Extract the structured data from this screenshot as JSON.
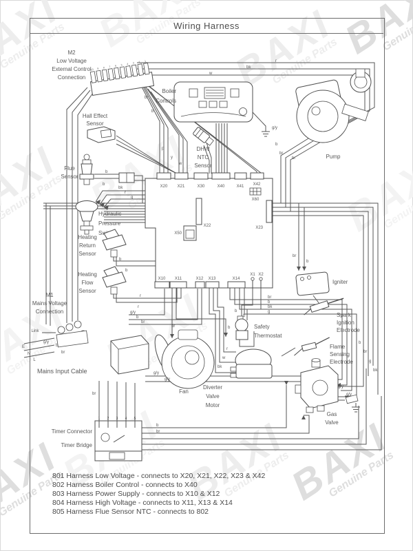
{
  "title": "Wiring Harness",
  "watermark": {
    "brand": "BAXI",
    "tagline": "Genuine Parts"
  },
  "components": {
    "m2": [
      "M2",
      "Low Voltage",
      "External Control",
      "Connection"
    ],
    "m2_pins": [
      "1",
      "2",
      "3",
      "4",
      "5",
      "6",
      "7",
      "8",
      "9",
      "10"
    ],
    "hall_effect": [
      "Hall Effect",
      "Sensor"
    ],
    "flue_sensor": [
      "Flue",
      "Sensor"
    ],
    "boiler_controls": [
      "Boiler",
      "Controls"
    ],
    "dhw_ntc": [
      "DHW",
      "NTC",
      "Sensor"
    ],
    "pump": "Pump",
    "hydraulic_pressure_switch": [
      "Hydraulic",
      "Pressure",
      "Switch"
    ],
    "heating_return_sensor": [
      "Heating",
      "Return",
      "Sensor"
    ],
    "heating_flow_sensor": [
      "Heating",
      "Flow",
      "Sensor"
    ],
    "m1": [
      "M1",
      "Mains Voltage",
      "Connection"
    ],
    "mains_link": "Link",
    "mains_terminals": {
      "e": "E",
      "n": "N",
      "l": "L"
    },
    "mains_input_cable": "Mains Input Cable",
    "timer_connector": "Timer Connector",
    "timer_bridge": "Timer Bridge",
    "timer_pins": [
      "1",
      "2",
      "3",
      "4",
      "5"
    ],
    "fan": "Fan",
    "diverter_valve_motor": [
      "Diverter",
      "Valve",
      "Motor"
    ],
    "safety_thermostat": [
      "Safety",
      "Thermostat"
    ],
    "igniter": "Igniter",
    "spark_ignition_electrode": [
      "Spark",
      "Ignition",
      "Electrode"
    ],
    "flame_sensing_electrode": [
      "Flame",
      "Sensing",
      "Electrode"
    ],
    "gas_valve": [
      "Gas",
      "Valve"
    ]
  },
  "connectors": {
    "x20": "X20",
    "x21": "X21",
    "x30": "X30",
    "x40": "X40",
    "x41": "X41",
    "x42": "X42",
    "x60": "X60",
    "x22": "X22",
    "x23": "X23",
    "x50": "X50",
    "x10": "X10",
    "x11": "X11",
    "x12": "X12",
    "x13": "X13",
    "x14": "X14",
    "x1": "X1",
    "x2": "X2"
  },
  "wire_labels": [
    "r",
    "bk",
    "w",
    "br",
    "b",
    "p",
    "y",
    "w",
    "g/y",
    "b",
    "br",
    "br",
    "bk",
    "r",
    "g",
    "b",
    "b",
    "r",
    "r",
    "br",
    "b",
    "b",
    "br",
    "g",
    "bk",
    "br",
    "b",
    "bk",
    "g",
    "g/y",
    "b",
    "br",
    "g/y",
    "b",
    "br",
    "br",
    "b",
    "r",
    "w",
    "bk",
    "g/y",
    "g/y",
    "br",
    "g/y",
    "g/y",
    "b",
    "b",
    "b",
    "b",
    "b",
    "br"
  ],
  "legend": [
    "801 Harness Low Voltage - connects to X20, X21, X22, X23 & X42",
    "802 Harness Boiler Control - connects to X40",
    "803 Harness Power Supply - connects to X10 & X12",
    "804 Harness High Voltage - connects to X11, X13 & X14",
    "805 Harness Flue Sensor NTC - connects to 802"
  ]
}
